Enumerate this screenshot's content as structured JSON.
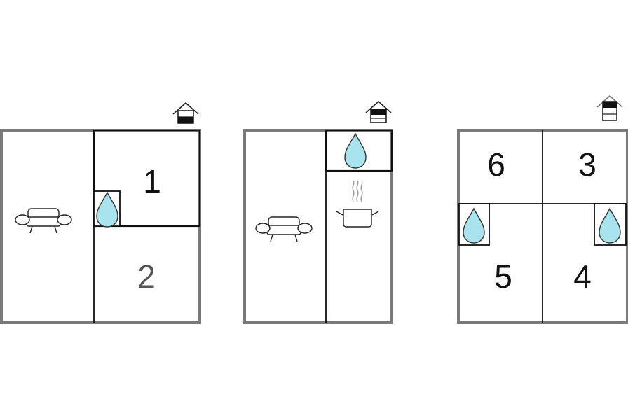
{
  "floors": [
    {
      "name": "floor-left",
      "level_marker": "floor-1-of-2",
      "rooms": [
        {
          "number": "1",
          "tone": "dark"
        },
        {
          "number": "2",
          "tone": "grey"
        }
      ],
      "icons": [
        "sofa-icon",
        "water-drop-icon"
      ]
    },
    {
      "name": "floor-middle",
      "level_marker": "floor-2-of-3",
      "rooms": [],
      "icons": [
        "sofa-icon",
        "cooking-pot-icon",
        "water-drop-icon"
      ]
    },
    {
      "name": "floor-right",
      "level_marker": "floor-3-of-3",
      "rooms": [
        {
          "number": "6",
          "tone": "dark"
        },
        {
          "number": "3",
          "tone": "dark"
        },
        {
          "number": "5",
          "tone": "dark"
        },
        {
          "number": "4",
          "tone": "dark"
        }
      ],
      "icons": [
        "water-drop-icon",
        "water-drop-icon"
      ]
    }
  ],
  "colors": {
    "outer_wall": "#7a7a7a",
    "inner_wall": "#111111",
    "water": "#a9e3ee"
  }
}
